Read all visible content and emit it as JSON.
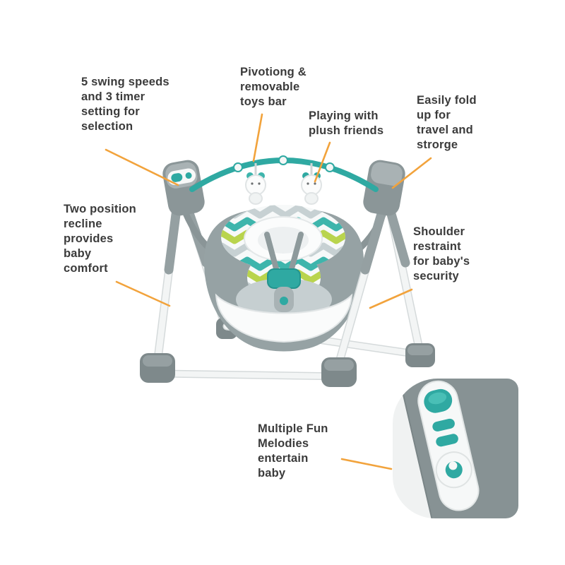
{
  "page": {
    "background": "#ffffff"
  },
  "palette": {
    "accent_orange": "#F2A33C",
    "teal": "#2FA9A2",
    "green": "#B9D44D",
    "frame_gray": "#8A9597",
    "foot_gray": "#7E898B",
    "text": "#3B3B3B"
  },
  "callouts": [
    {
      "id": "swing-speeds",
      "text": "5 swing speeds\nand 3 timer\nsetting for\nselection"
    },
    {
      "id": "toys-bar",
      "text": "Pivotiong &\nremovable\ntoys bar"
    },
    {
      "id": "plush-friends",
      "text": "Playing with\nplush friends"
    },
    {
      "id": "fold-up",
      "text": "Easily fold\nup for\ntravel and\nstrorge"
    },
    {
      "id": "recline",
      "text": "Two position\nrecline\nprovides\nbaby\ncomfort"
    },
    {
      "id": "shoulder-restraint",
      "text": "Shoulder\nrestraint\nfor baby's\nsecurity"
    },
    {
      "id": "melodies",
      "text": "Multiple Fun\nMelodies\nentertain\nbaby"
    }
  ],
  "illustration": {
    "product": "portable baby swing",
    "inset": "control-panel-closeup"
  }
}
